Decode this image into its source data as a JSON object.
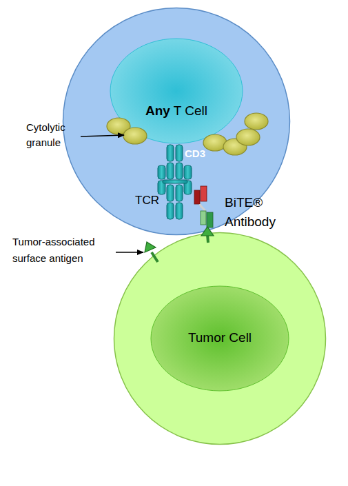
{
  "diagram": {
    "nodes": [
      {
        "text": [
          "Any T Cell"
        ]
      },
      {
        "text": [
          "Tumor Cell"
        ]
      }
    ],
    "labels": [
      "Cytolytic granule",
      "CD3",
      "TCR",
      "BiTE® Antibody",
      "Tumor-associated surface antigen"
    ]
  }
}
